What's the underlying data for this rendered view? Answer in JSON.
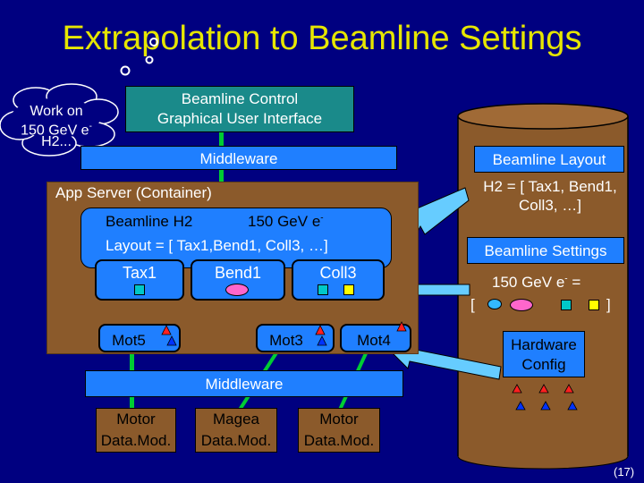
{
  "title": "Extrapolation to Beamline Settings",
  "thought": {
    "line1": "Work on",
    "line2": "150 GeV e",
    "line2_sup": "-",
    "line3": "H2..."
  },
  "gui": {
    "line1": "Beamline Control",
    "line2": "Graphical  User Interface"
  },
  "middleware_top": "Middleware",
  "middleware_bottom": "Middleware",
  "app_server": {
    "label": "App Server (Container)",
    "beamline_label": "Beamline H2",
    "energy": "150 GeV e",
    "energy_sup": "-",
    "layout": "Layout = [ Tax1,Bend1, Coll3, …]",
    "elements": [
      "Tax1",
      "Bend1",
      "Coll3"
    ],
    "motors": [
      "Mot5",
      "Mot3",
      "Mot4"
    ]
  },
  "data_modules": [
    {
      "line1": "Motor",
      "line2": "Data.Mod."
    },
    {
      "line1": "Magea",
      "line2": "Data.Mod."
    },
    {
      "line1": "Motor",
      "line2": "Data.Mod."
    }
  ],
  "database": {
    "layout_title": "Beamline Layout",
    "layout_value": "H2 = [ Tax1, Bend1, Coll3, …]",
    "settings_title": "Beamline Settings",
    "settings_energy": "150 GeV e",
    "settings_energy_sup": "-",
    "settings_eq": " =",
    "open_bracket": "[",
    "close_bracket": "]",
    "hardware_line1": "Hardware",
    "hardware_line2": "Config"
  },
  "page_number": "(17)",
  "colors": {
    "background": "#000080",
    "title": "#e6e600",
    "blue_box": "#1f7fff",
    "brown_box": "#8b5a2b",
    "green_line": "#00cc33",
    "arrow_fill": "#66ccff",
    "cylinder": "#8b5a2b"
  }
}
